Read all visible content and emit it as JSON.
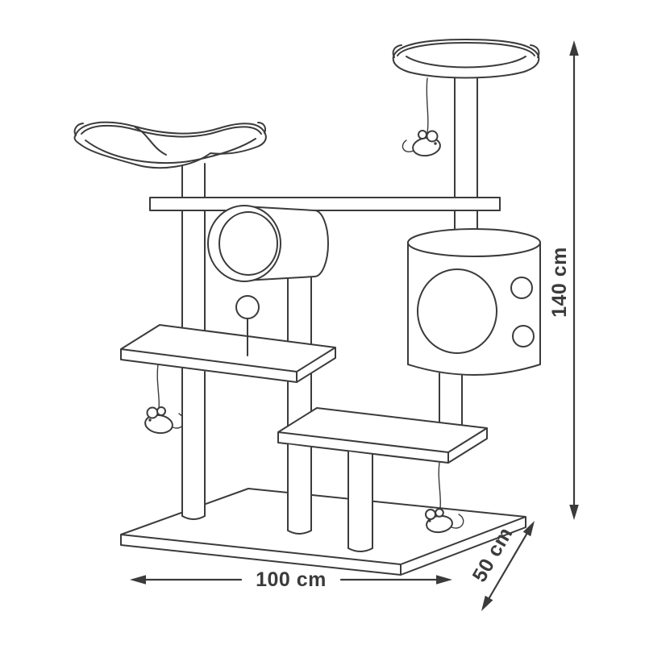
{
  "diagram": {
    "subject": "cat-tree-dimension-drawing",
    "dimensions": {
      "height_label": "140 cm",
      "width_label": "100 cm",
      "depth_label": "50 cm"
    },
    "colors": {
      "line": "#3b3b3b",
      "background": "#ffffff"
    }
  }
}
